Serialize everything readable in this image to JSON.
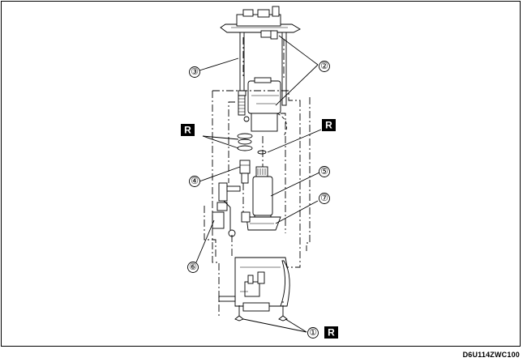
{
  "callouts": [
    {
      "id": "callout-1",
      "label": "①"
    },
    {
      "id": "callout-2",
      "label": "②"
    },
    {
      "id": "callout-3",
      "label": "③"
    },
    {
      "id": "callout-4",
      "label": "④"
    },
    {
      "id": "callout-5",
      "label": "⑤"
    },
    {
      "id": "callout-6",
      "label": "⑥"
    },
    {
      "id": "callout-7",
      "label": "⑦"
    }
  ],
  "replace_mark": "R",
  "figure_code": "D6U114ZWC100"
}
